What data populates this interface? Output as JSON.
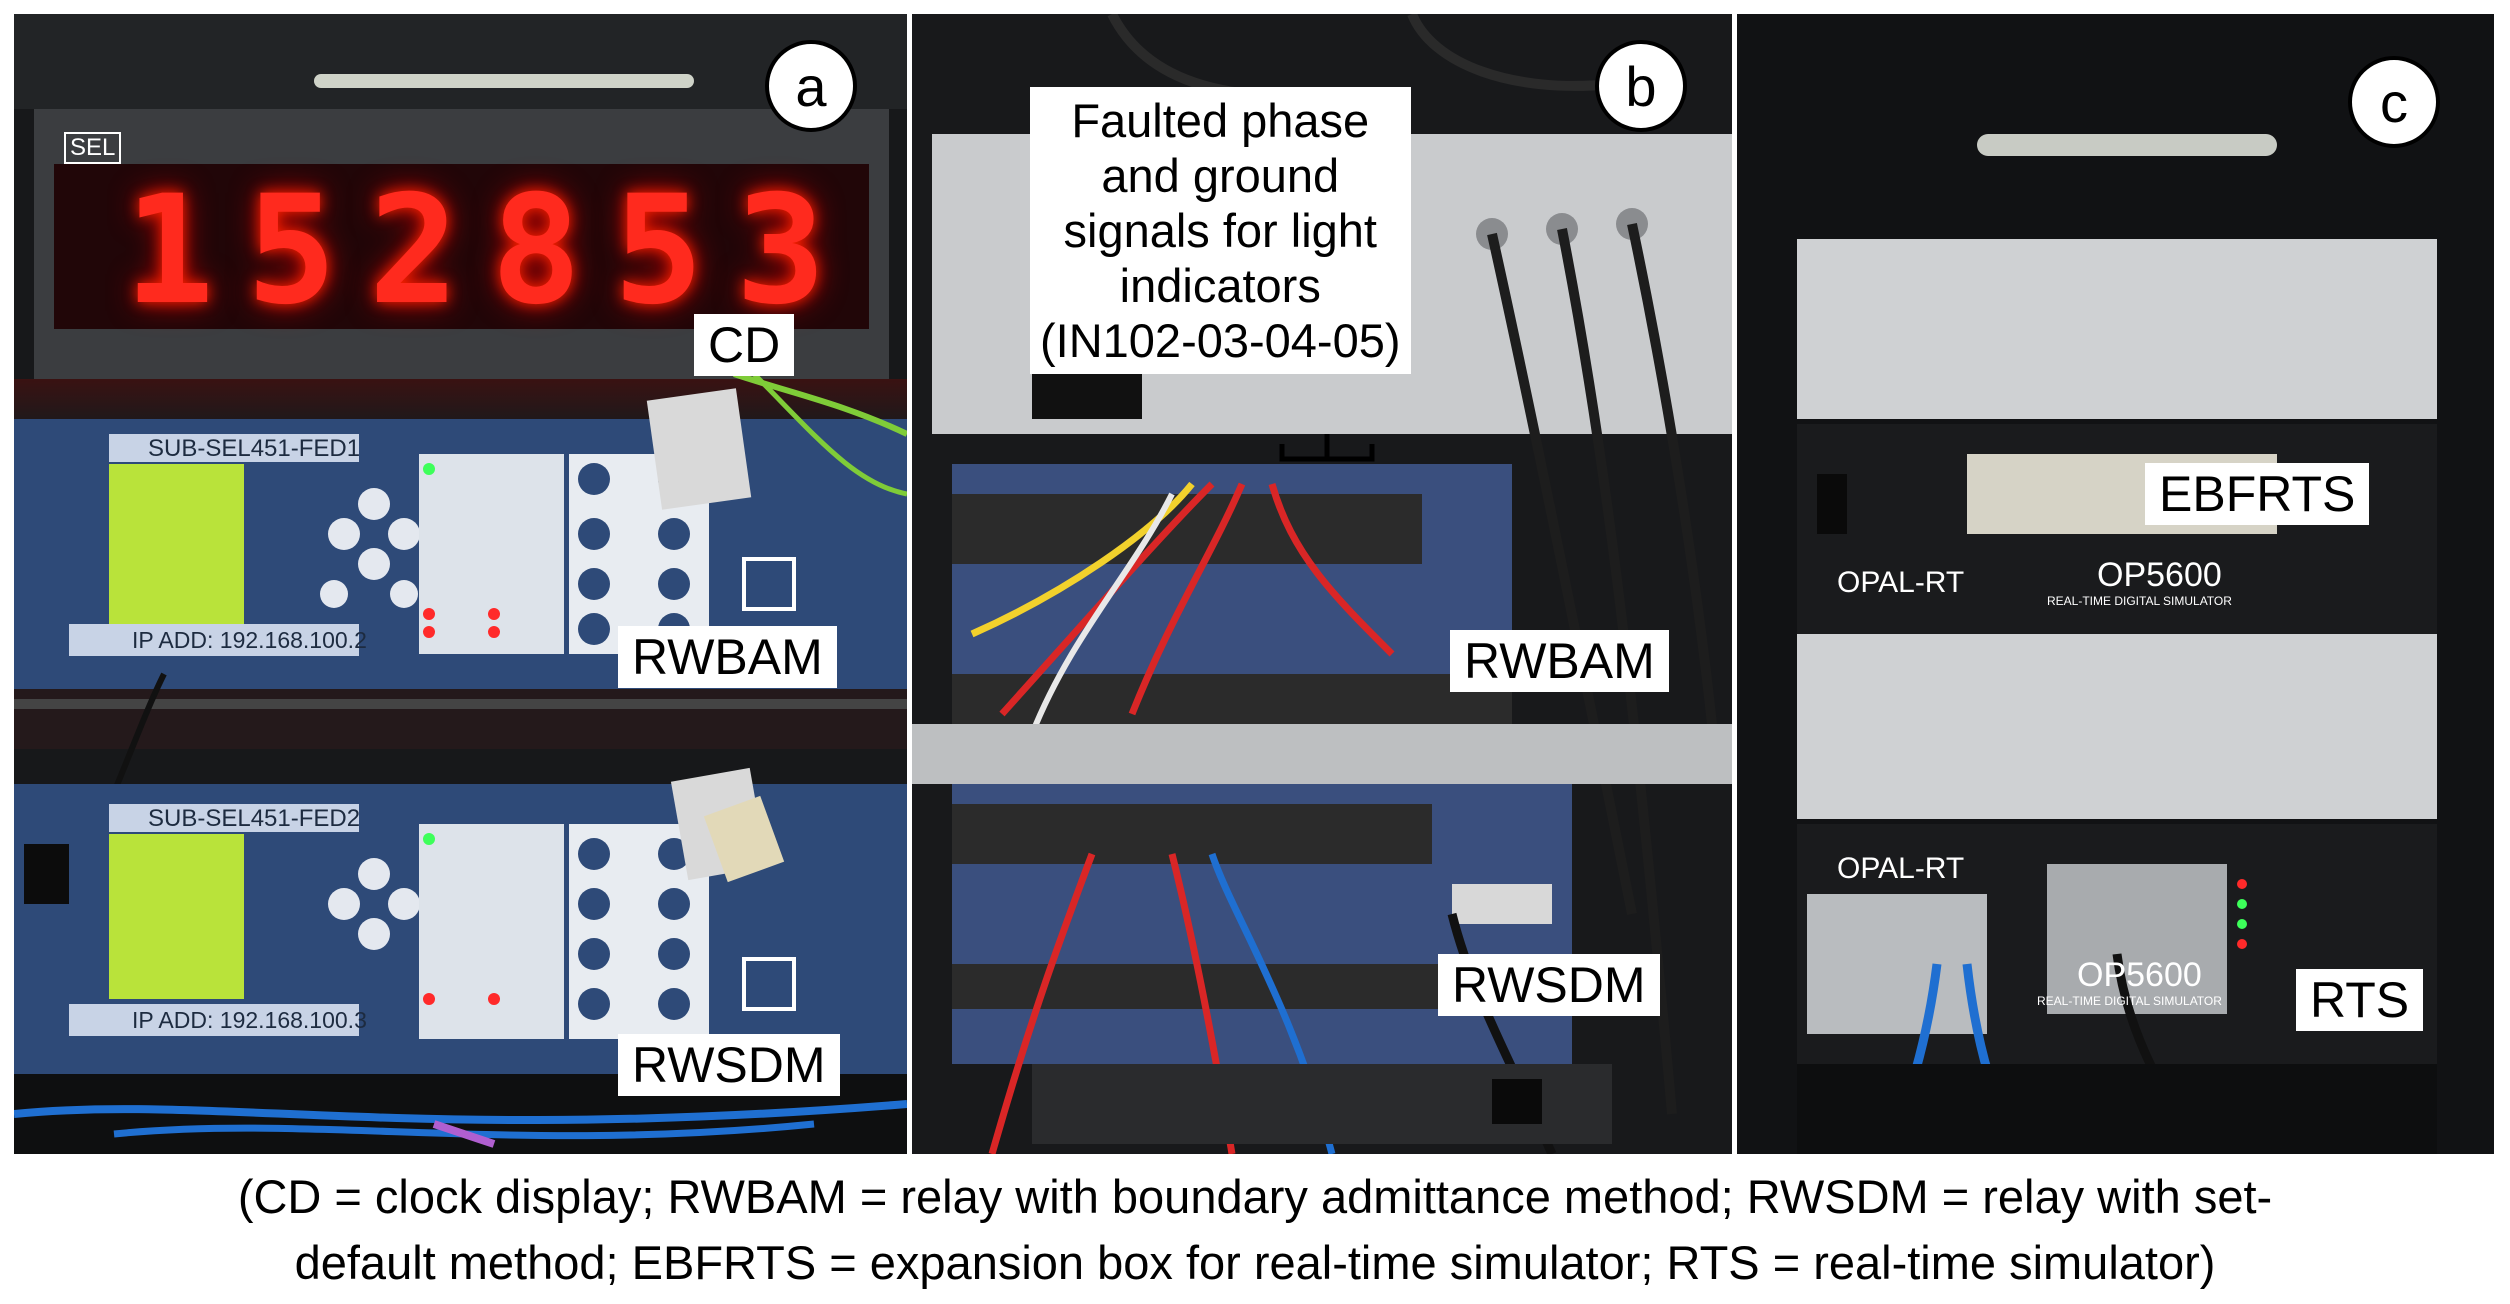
{
  "panel_a": {
    "badge": "a",
    "clock_reading": "152853",
    "clock_brand": "SEL",
    "relay_top_name": "SUB-SEL451-FED1",
    "relay_top_ip": "IP ADD: 192.168.100.2",
    "relay_bottom_name": "SUB-SEL451-FED2",
    "relay_bottom_ip": "IP ADD: 192.168.100.3",
    "labels": {
      "cd": "CD",
      "rwbam": "RWBAM",
      "rwsdm": "RWSDM"
    }
  },
  "panel_b": {
    "badge": "b",
    "callout_lines": [
      "Faulted phase",
      "and ground",
      "signals for light",
      "indicators",
      "(IN102-03-04-05)"
    ],
    "labels": {
      "rwbam": "RWBAM",
      "rwsdm": "RWSDM"
    }
  },
  "panel_c": {
    "badge": "c",
    "brand": "OPAL-RT",
    "model": "OP5600",
    "model_subtitle": "REAL-TIME DIGITAL SIMULATOR",
    "labels": {
      "ebfrts": "EBFRTS",
      "rts": "RTS"
    }
  },
  "caption_lines": [
    "(CD = clock display; RWBAM = relay with boundary admittance method; RWSDM = relay with set-",
    "default method; EBFRTS = expansion box for real-time simulator; RTS = real-time simulator)"
  ],
  "colors": {
    "relay_blue": "#2e4a78",
    "clock_red": "#ff2a1e",
    "lcd_green": "#b9e33a",
    "cable_blue": "#1f6fd1"
  }
}
